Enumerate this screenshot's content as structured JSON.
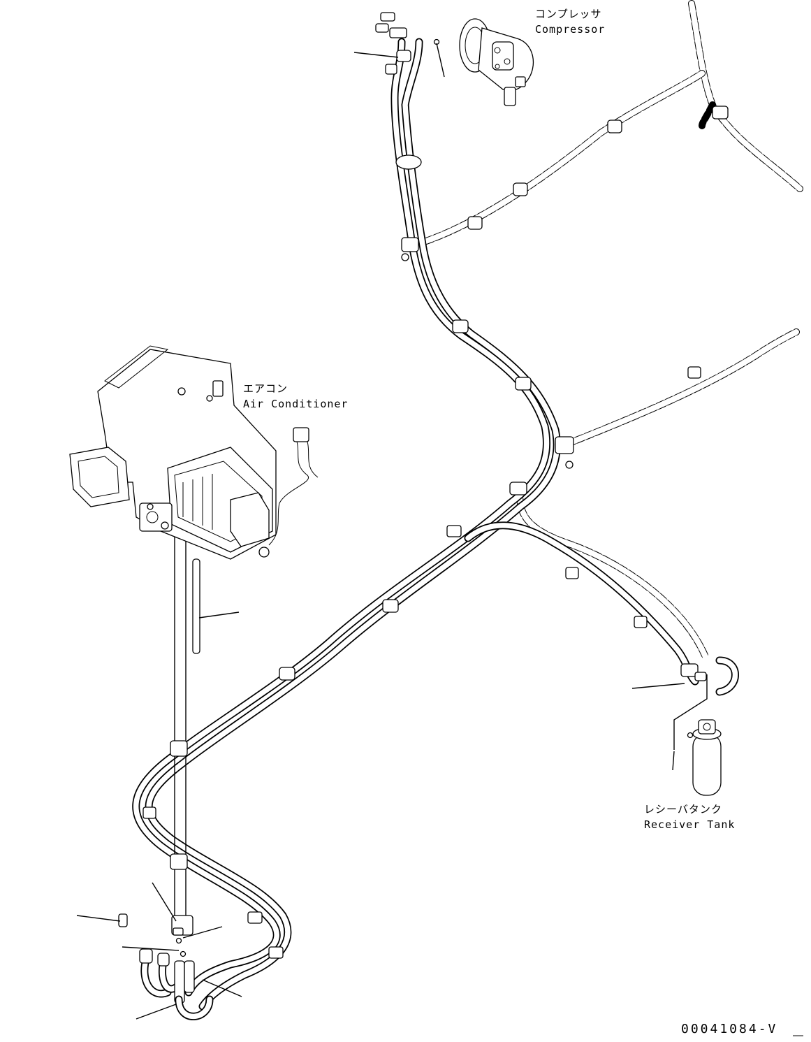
{
  "labels": {
    "compressor_jp": "コンプレッサ",
    "compressor_en": "Compressor",
    "aircon_jp": "エアコン",
    "aircon_en": "Air Conditioner",
    "receiver_jp": "レシーバタンク",
    "receiver_en": "Receiver Tank"
  },
  "reference_code": "00041084-V"
}
